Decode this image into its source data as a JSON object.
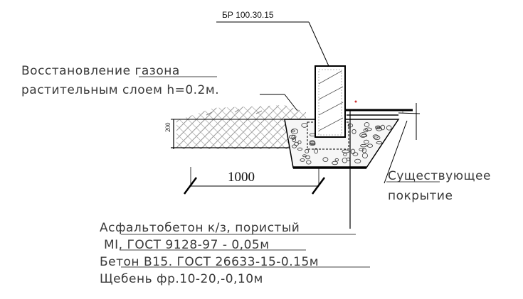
{
  "labels": {
    "product_mark": "БР 100.30.15",
    "lawn_line1": "Восстановление газона",
    "lawn_line2": "растительным слоем h=0.2м.",
    "existing_line1": "Существующее",
    "existing_line2": "покрытие",
    "layer_asphalt_line1": "Асфальтобетон к/з, пористый",
    "layer_asphalt_line2": "МI, ГОСТ 9128-97        - 0,05м",
    "layer_concrete": "Бетон В15.  ГОСТ 26633-15-0.15м",
    "layer_gravel": "Щебень  фр.10-20,-0,10м"
  },
  "dimensions": {
    "width": "1000",
    "depth": "200"
  },
  "colors": {
    "line": "#000000",
    "text": "#3a3a3a",
    "hatch": "#9a9a9a",
    "accent": "#cc3333"
  }
}
